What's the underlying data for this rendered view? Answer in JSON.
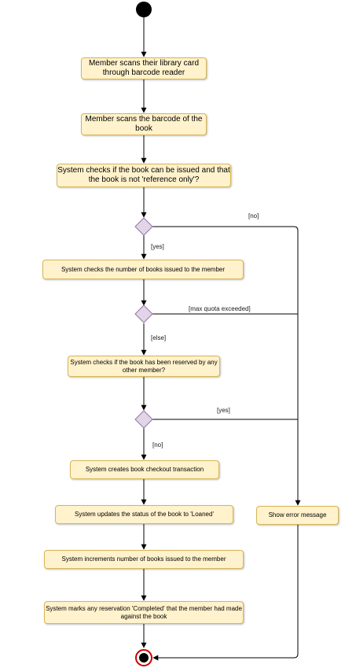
{
  "activities": {
    "scan_card": "Member scans their library card through barcode reader",
    "scan_book": "Member scans the barcode of the book",
    "check_issuable": "System checks if the book can be issued and that the book is not 'reference only'?",
    "check_count": "System checks the number of books issued to the member",
    "check_reserved": "System checks if the book has been reserved by any other member?",
    "create_transaction": "System creates book checkout transaction",
    "update_status": "System updates the status of the book to 'Loaned'",
    "increment_count": "System increments number of books issued to the member",
    "mark_reservation": "System marks any reservation 'Completed' that the member had made against the book",
    "show_error": "Show error message"
  },
  "guards": {
    "no_1": "[no]",
    "yes_1": "[yes]",
    "max_quota": "[max quota exceeded]",
    "else": "[else]",
    "yes_2": "[yes]",
    "no_2": "[no]"
  },
  "colors": {
    "activity_fill": "#fff2cc",
    "activity_border": "#d6b656",
    "decision_fill": "#e1d5e7",
    "decision_border": "#9673a6",
    "final_ring": "#cc0000",
    "line": "#000000"
  }
}
